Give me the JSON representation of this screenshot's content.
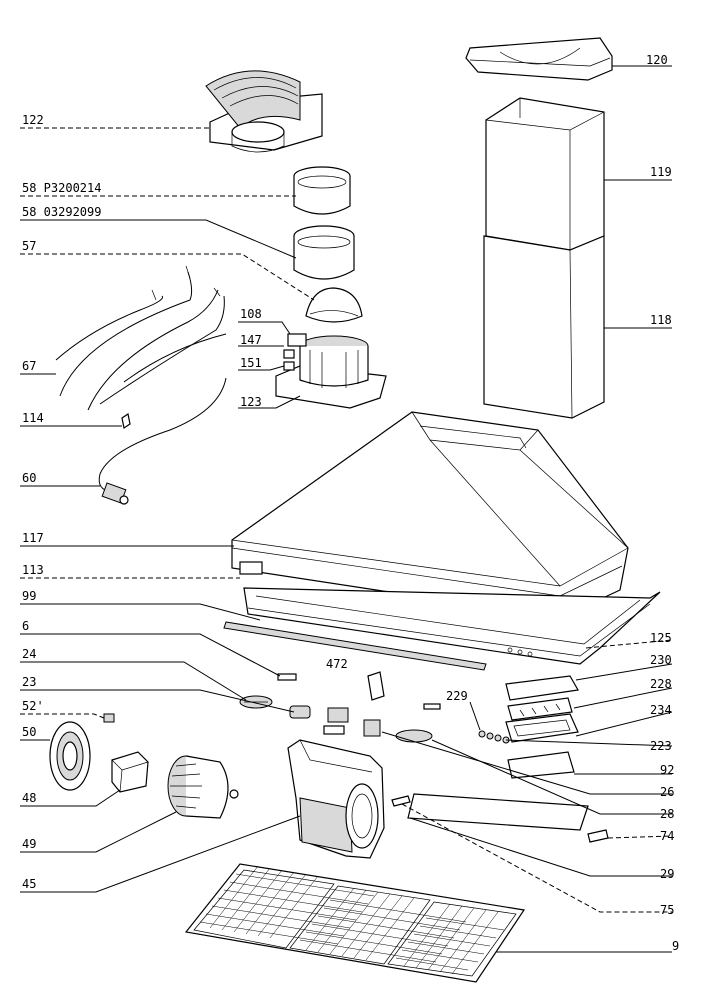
{
  "labels": {
    "l120": "120",
    "l119": "119",
    "l118": "118",
    "l122": "122",
    "l58a": "58 P3200214",
    "l58b": "58 03292099",
    "l57": "57",
    "l108": "108",
    "l147": "147",
    "l151": "151",
    "l123": "123",
    "l67": "67",
    "l114": "114",
    "l60": "60",
    "l117": "117",
    "l113": "113",
    "l99": "99",
    "l6": "6",
    "l24": "24",
    "l23": "23",
    "l472": "472",
    "l52": "52'",
    "l50": "50",
    "l48": "48",
    "l49": "49",
    "l45": "45",
    "l125": "125",
    "l230": "230",
    "l229": "229",
    "l228": "228",
    "l234": "234",
    "l223": "223",
    "l92": "92",
    "l26": "26",
    "l28": "28",
    "l74": "74",
    "l29": "29",
    "l75": "75",
    "l9": "9"
  }
}
